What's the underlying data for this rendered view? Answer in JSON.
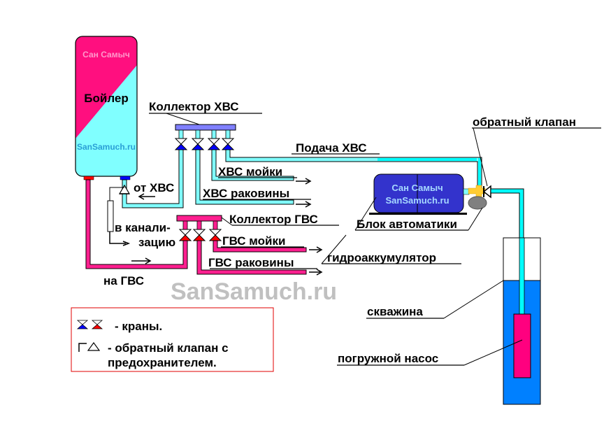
{
  "boiler": {
    "title": "Бойлер",
    "brand_top": "Сан Самыч",
    "brand_bottom": "SanSamuch.ru"
  },
  "labels": {
    "cold_collector": "Коллектор ХВС",
    "hot_collector": "Коллектор ГВС",
    "cold_supply": "Подача ХВС",
    "cold_sink": "ХВС мойки",
    "cold_washbasin": "ХВС раковины",
    "hot_sink": "ГВС мойки",
    "hot_washbasin": "ГВС раковины",
    "from_cold": "от ХВС",
    "to_sewer_line1": "в канали-",
    "to_sewer_line2": "зацию",
    "to_hot": "на ГВС",
    "check_valve": "обратный клапан",
    "automation_unit": "Блок автоматики",
    "accumulator": "гидроаккумулятор",
    "well": "скважина",
    "submersible_pump": "погружной насос"
  },
  "automation": {
    "brand_top": "Сан Самыч",
    "brand_bottom": "SanSamuch.ru"
  },
  "watermark": "SanSamuch.ru",
  "legend": {
    "valves": "- краны.",
    "check_valve_line1": "- обратный клапан с",
    "check_valve_line2": "предохранителем."
  },
  "colors": {
    "cold_pipe": "#80ffff",
    "supply_pipe": "#00ffff",
    "hot_pipe": "#ff1f8f",
    "cold_collector": "#8080ff",
    "valve_cold": "#0000ff",
    "valve_hot": "#ff0000",
    "well_water": "#0080ff",
    "automation_body": "#3333cc",
    "fitting": "#ffcc33",
    "accumulator": "#808080"
  }
}
